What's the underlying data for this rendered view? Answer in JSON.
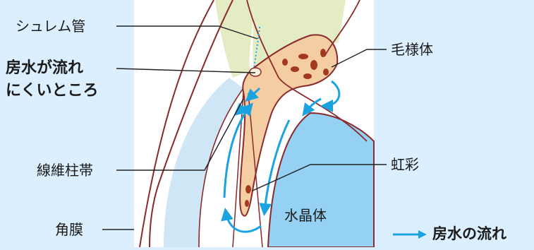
{
  "labels": {
    "schlemm": "シュレム管",
    "outflow_line1": "房水が流れ",
    "outflow_line2": "にくいところ",
    "trabecular": "線維柱帯",
    "cornea": "角膜",
    "ciliary": "毛様体",
    "iris": "虹彩",
    "lens": "水晶体"
  },
  "legend": {
    "label": "房水の流れ",
    "color": "#1aa3e0"
  },
  "colors": {
    "background": "#dcefff",
    "panel": "#ffffff",
    "cornea_blue": "#cfe6f6",
    "sclera_green": "#e4ecc4",
    "tissue": "#f5cda3",
    "tissue_outline": "#8b2a2a",
    "pigment": "#a33a20",
    "lens_blue": "#94d1f2",
    "flow_arrow": "#1aa3e0"
  }
}
